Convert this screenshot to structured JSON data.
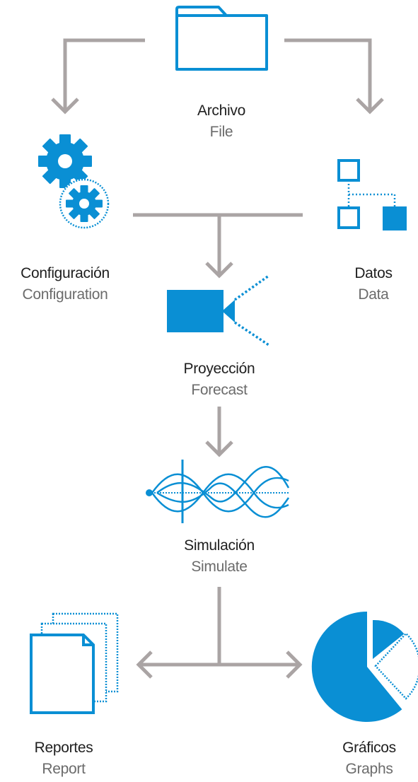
{
  "colors": {
    "blue": "#0a8fd4",
    "connector": "#aaa4a4",
    "label_primary": "#1f1f1f",
    "label_secondary": "#6b6b6b"
  },
  "nodes": {
    "file": {
      "label": "Archivo",
      "sublabel": "File",
      "icon": "folder-icon"
    },
    "config": {
      "label": "Configuración",
      "sublabel": "Configuration",
      "icon": "gears-icon"
    },
    "data": {
      "label": "Datos",
      "sublabel": "Data",
      "icon": "data-tree-icon"
    },
    "forecast": {
      "label": "Proyección",
      "sublabel": "Forecast",
      "icon": "projector-icon"
    },
    "simulate": {
      "label": "Simulación",
      "sublabel": "Simulate",
      "icon": "waveform-icon"
    },
    "report": {
      "label": "Reportes",
      "sublabel": "Report",
      "icon": "documents-icon"
    },
    "graphs": {
      "label": "Gráficos",
      "sublabel": "Graphs",
      "icon": "pie-chart-icon"
    }
  }
}
